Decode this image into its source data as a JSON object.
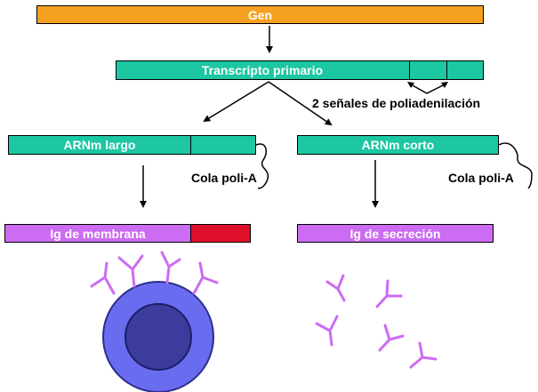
{
  "colors": {
    "gene": "#F5A01E",
    "transcript": "#1CC7A2",
    "ig": "#CC6CF2",
    "membrane_anchor": "#E0102B",
    "cell_outer": "#6A6CF0",
    "cell_nucleus": "#3B3C9C",
    "antibody": "#CC6CF2"
  },
  "labels": {
    "gene": "Gen",
    "primary_transcript": "Transcripto primario",
    "polyadenylation_signals": "2 señales de poliadenilación",
    "long_mrna": "ARNm largo",
    "short_mrna": "ARNm corto",
    "polya_tail_left": "Cola poli-A",
    "polya_tail_right": "Cola poli-A",
    "membrane_ig": "Ig de membrana",
    "secreted_ig": "Ig de secreción"
  }
}
